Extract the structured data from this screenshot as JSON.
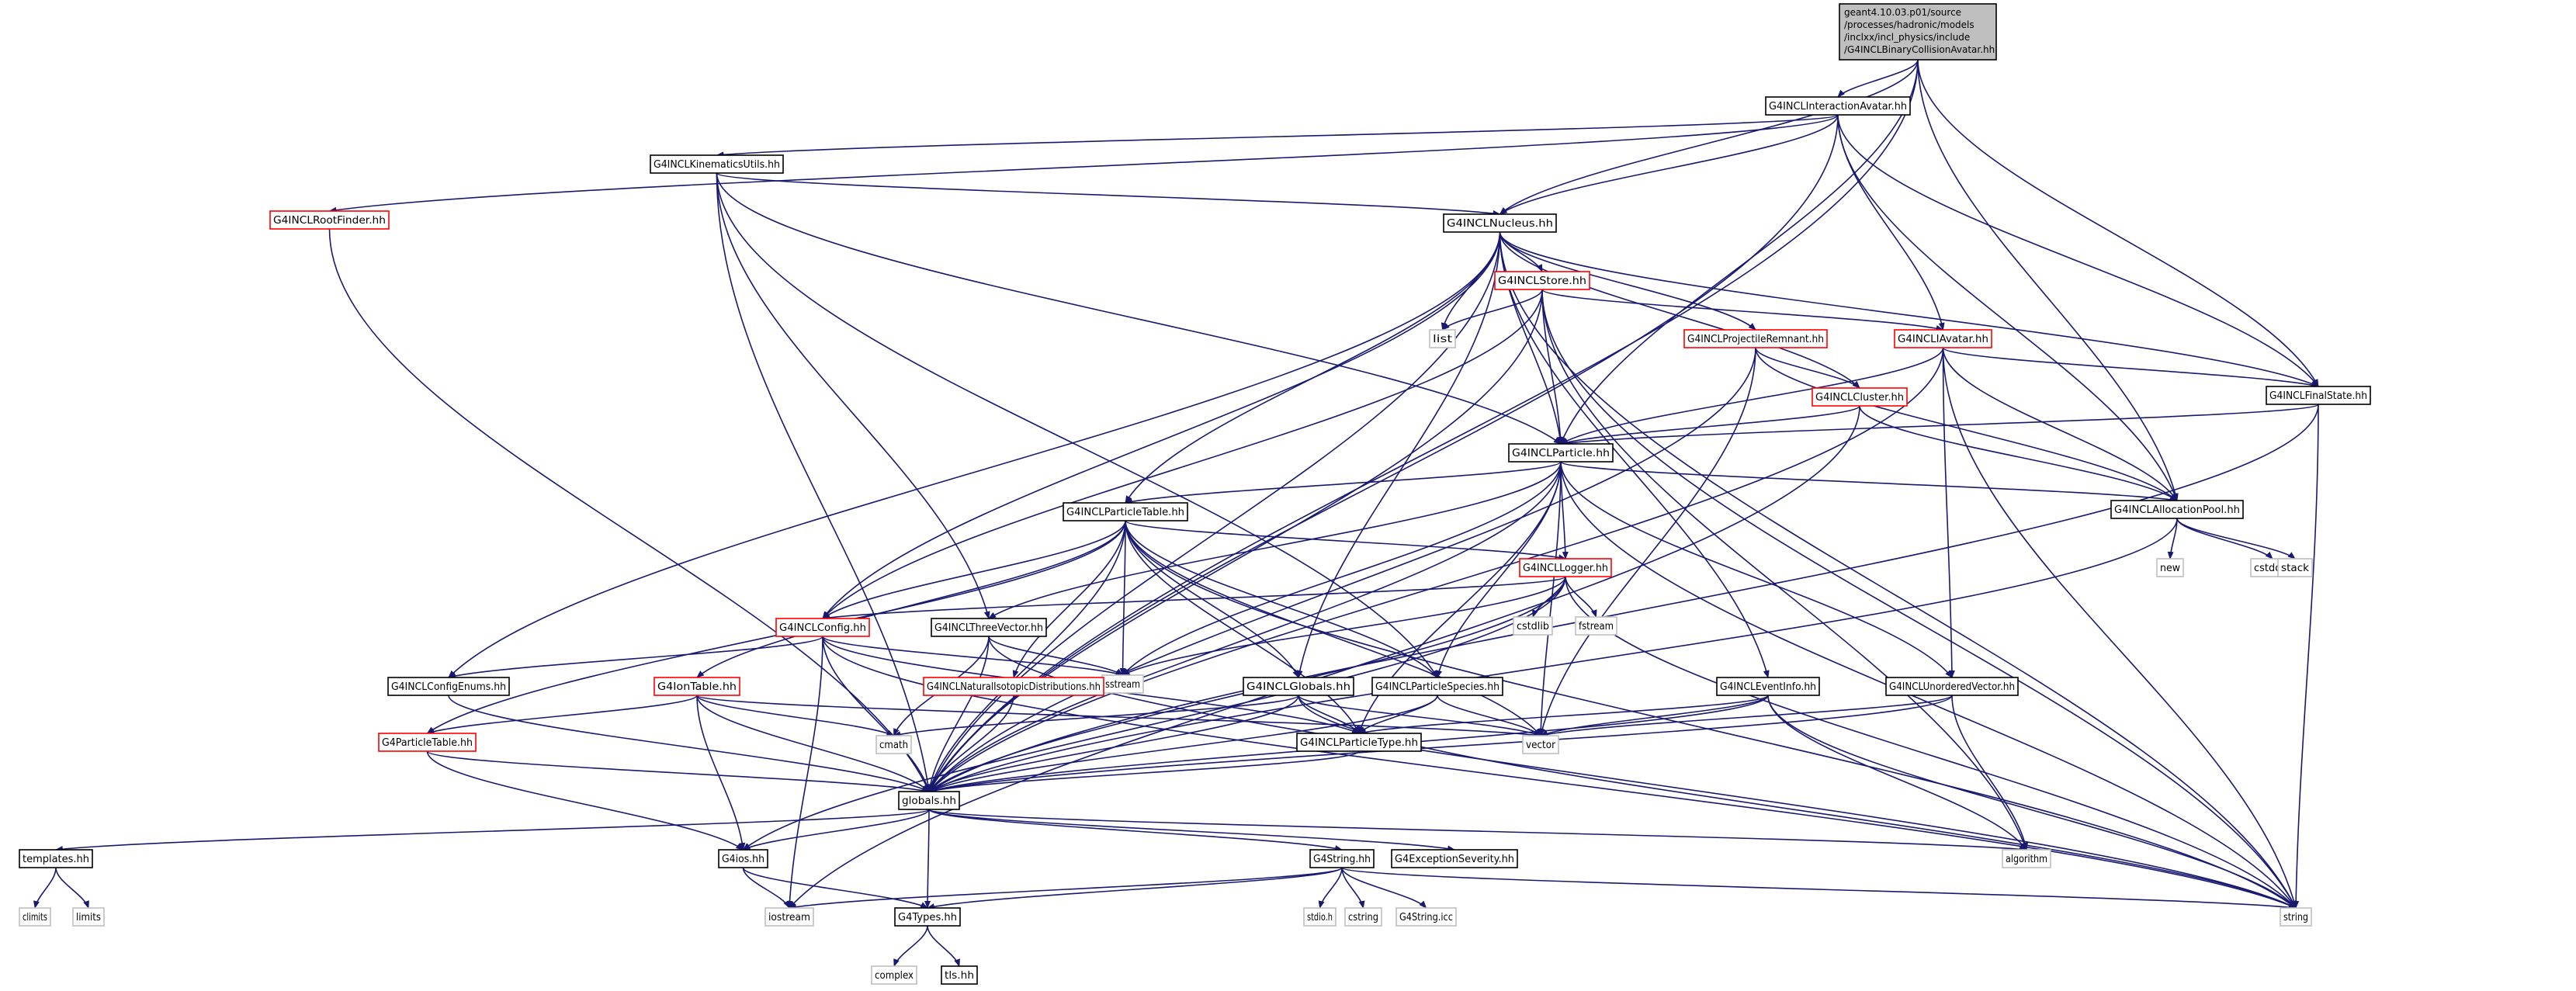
{
  "colors": {
    "edge": "#191970",
    "normal_border": "#000000",
    "linked_border": "#ff0000",
    "system_border": "#bfbfbf",
    "root_fill": "#bfbfbf",
    "node_fill": "#ffffff",
    "text": "#000000"
  },
  "nodes": [
    {
      "id": "root",
      "lines": [
        "geant4.10.03.p01/source",
        "/processes/hadronic/models",
        "/inclxx/incl_physics/include",
        "/G4INCLBinaryCollisionAvatar.hh"
      ],
      "kind": "root"
    },
    {
      "id": "interaction",
      "lines": [
        "G4INCLInteractionAvatar.hh"
      ],
      "kind": "normal"
    },
    {
      "id": "kinematics",
      "lines": [
        "G4INCLKinematicsUtils.hh"
      ],
      "kind": "normal"
    },
    {
      "id": "rootfinder",
      "lines": [
        "G4INCLRootFinder.hh"
      ],
      "kind": "linked"
    },
    {
      "id": "nucleus",
      "lines": [
        "G4INCLNucleus.hh"
      ],
      "kind": "normal"
    },
    {
      "id": "store",
      "lines": [
        "G4INCLStore.hh"
      ],
      "kind": "linked"
    },
    {
      "id": "list",
      "lines": [
        "list"
      ],
      "kind": "system"
    },
    {
      "id": "projrem",
      "lines": [
        "G4INCLProjectileRemnant.hh"
      ],
      "kind": "linked"
    },
    {
      "id": "iavatar",
      "lines": [
        "G4INCLIAvatar.hh"
      ],
      "kind": "linked"
    },
    {
      "id": "finalstate",
      "lines": [
        "G4INCLFinalState.hh"
      ],
      "kind": "normal"
    },
    {
      "id": "cluster",
      "lines": [
        "G4INCLCluster.hh"
      ],
      "kind": "linked"
    },
    {
      "id": "particle",
      "lines": [
        "G4INCLParticle.hh"
      ],
      "kind": "normal"
    },
    {
      "id": "allocpool",
      "lines": [
        "G4INCLAllocationPool.hh"
      ],
      "kind": "normal"
    },
    {
      "id": "new",
      "lines": [
        "new"
      ],
      "kind": "system"
    },
    {
      "id": "cstddef",
      "lines": [
        "cstddef"
      ],
      "kind": "system"
    },
    {
      "id": "stack",
      "lines": [
        "stack"
      ],
      "kind": "system"
    },
    {
      "id": "particletable",
      "lines": [
        "G4INCLParticleTable.hh"
      ],
      "kind": "normal"
    },
    {
      "id": "logger",
      "lines": [
        "G4INCLLogger.hh"
      ],
      "kind": "linked"
    },
    {
      "id": "cstdlib",
      "lines": [
        "cstdlib"
      ],
      "kind": "system"
    },
    {
      "id": "fstream",
      "lines": [
        "fstream"
      ],
      "kind": "system"
    },
    {
      "id": "config",
      "lines": [
        "G4INCLConfig.hh"
      ],
      "kind": "linked"
    },
    {
      "id": "threevector",
      "lines": [
        "G4INCLThreeVector.hh"
      ],
      "kind": "normal"
    },
    {
      "id": "sstream",
      "lines": [
        "sstream"
      ],
      "kind": "system"
    },
    {
      "id": "configenums",
      "lines": [
        "G4INCLConfigEnums.hh"
      ],
      "kind": "normal"
    },
    {
      "id": "iontable",
      "lines": [
        "G4IonTable.hh"
      ],
      "kind": "linked"
    },
    {
      "id": "natiso",
      "lines": [
        "G4INCLNaturalIsotopicDistributions.hh"
      ],
      "kind": "linked"
    },
    {
      "id": "inclglobals",
      "lines": [
        "G4INCLGlobals.hh"
      ],
      "kind": "normal"
    },
    {
      "id": "particlespecies",
      "lines": [
        "G4INCLParticleSpecies.hh"
      ],
      "kind": "normal"
    },
    {
      "id": "eventinfo",
      "lines": [
        "G4INCLEventInfo.hh"
      ],
      "kind": "normal"
    },
    {
      "id": "unordvec",
      "lines": [
        "G4INCLUnorderedVector.hh"
      ],
      "kind": "normal"
    },
    {
      "id": "g4particletable",
      "lines": [
        "G4ParticleTable.hh"
      ],
      "kind": "linked"
    },
    {
      "id": "cmath",
      "lines": [
        "cmath"
      ],
      "kind": "system"
    },
    {
      "id": "particletype",
      "lines": [
        "G4INCLParticleType.hh"
      ],
      "kind": "normal"
    },
    {
      "id": "vector",
      "lines": [
        "vector"
      ],
      "kind": "system"
    },
    {
      "id": "globals",
      "lines": [
        "globals.hh"
      ],
      "kind": "normal"
    },
    {
      "id": "templates",
      "lines": [
        "templates.hh"
      ],
      "kind": "normal"
    },
    {
      "id": "climits",
      "lines": [
        "climits"
      ],
      "kind": "system"
    },
    {
      "id": "limits",
      "lines": [
        "limits"
      ],
      "kind": "system"
    },
    {
      "id": "g4ios",
      "lines": [
        "G4ios.hh"
      ],
      "kind": "normal"
    },
    {
      "id": "g4string",
      "lines": [
        "G4String.hh"
      ],
      "kind": "normal"
    },
    {
      "id": "exceptsev",
      "lines": [
        "G4ExceptionSeverity.hh"
      ],
      "kind": "normal"
    },
    {
      "id": "algorithm",
      "lines": [
        "algorithm"
      ],
      "kind": "system"
    },
    {
      "id": "iostream",
      "lines": [
        "iostream"
      ],
      "kind": "system"
    },
    {
      "id": "g4types",
      "lines": [
        "G4Types.hh"
      ],
      "kind": "normal"
    },
    {
      "id": "stdioh",
      "lines": [
        "stdio.h"
      ],
      "kind": "system"
    },
    {
      "id": "cstring",
      "lines": [
        "cstring"
      ],
      "kind": "system"
    },
    {
      "id": "g4stringicc",
      "lines": [
        "G4String.icc"
      ],
      "kind": "system"
    },
    {
      "id": "string",
      "lines": [
        "string"
      ],
      "kind": "system"
    },
    {
      "id": "complex",
      "lines": [
        "complex"
      ],
      "kind": "system"
    },
    {
      "id": "tlshh",
      "lines": [
        "tls.hh"
      ],
      "kind": "normal"
    }
  ],
  "edges": [
    [
      "root",
      "interaction"
    ],
    [
      "root",
      "nucleus"
    ],
    [
      "root",
      "particle"
    ],
    [
      "root",
      "finalstate"
    ],
    [
      "root",
      "allocpool"
    ],
    [
      "root",
      "globals"
    ],
    [
      "interaction",
      "kinematics"
    ],
    [
      "interaction",
      "rootfinder"
    ],
    [
      "interaction",
      "nucleus"
    ],
    [
      "interaction",
      "iavatar"
    ],
    [
      "interaction",
      "finalstate"
    ],
    [
      "interaction",
      "allocpool"
    ],
    [
      "interaction",
      "globals"
    ],
    [
      "kinematics",
      "nucleus"
    ],
    [
      "kinematics",
      "particle"
    ],
    [
      "kinematics",
      "threevector"
    ],
    [
      "kinematics",
      "particlespecies"
    ],
    [
      "kinematics",
      "globals"
    ],
    [
      "rootfinder",
      "globals"
    ],
    [
      "nucleus",
      "store"
    ],
    [
      "nucleus",
      "list"
    ],
    [
      "nucleus",
      "projrem"
    ],
    [
      "nucleus",
      "finalstate"
    ],
    [
      "nucleus",
      "cluster"
    ],
    [
      "nucleus",
      "particle"
    ],
    [
      "nucleus",
      "particletable"
    ],
    [
      "nucleus",
      "config"
    ],
    [
      "nucleus",
      "configenums"
    ],
    [
      "nucleus",
      "inclglobals"
    ],
    [
      "nucleus",
      "eventinfo"
    ],
    [
      "nucleus",
      "globals"
    ],
    [
      "nucleus",
      "string"
    ],
    [
      "store",
      "list"
    ],
    [
      "store",
      "iavatar"
    ],
    [
      "store",
      "particle"
    ],
    [
      "store",
      "config"
    ],
    [
      "store",
      "globals"
    ],
    [
      "store",
      "string"
    ],
    [
      "store",
      "algorithm"
    ],
    [
      "projrem",
      "cluster"
    ],
    [
      "projrem",
      "allocpool"
    ],
    [
      "projrem",
      "vector"
    ],
    [
      "projrem",
      "globals"
    ],
    [
      "iavatar",
      "particle"
    ],
    [
      "iavatar",
      "finalstate"
    ],
    [
      "iavatar",
      "allocpool"
    ],
    [
      "iavatar",
      "unordvec"
    ],
    [
      "iavatar",
      "globals"
    ],
    [
      "iavatar",
      "string"
    ],
    [
      "finalstate",
      "particle"
    ],
    [
      "finalstate",
      "string"
    ],
    [
      "finalstate",
      "globals"
    ],
    [
      "cluster",
      "particle"
    ],
    [
      "cluster",
      "allocpool"
    ],
    [
      "cluster",
      "iostream"
    ],
    [
      "particle",
      "particletable"
    ],
    [
      "particle",
      "logger"
    ],
    [
      "particle",
      "allocpool"
    ],
    [
      "particle",
      "threevector"
    ],
    [
      "particle",
      "particlespecies"
    ],
    [
      "particle",
      "unordvec"
    ],
    [
      "particle",
      "particletype"
    ],
    [
      "particle",
      "sstream"
    ],
    [
      "particle",
      "vector"
    ],
    [
      "particle",
      "string"
    ],
    [
      "particle",
      "globals"
    ],
    [
      "allocpool",
      "new"
    ],
    [
      "allocpool",
      "cstddef"
    ],
    [
      "allocpool",
      "stack"
    ],
    [
      "allocpool",
      "globals"
    ],
    [
      "particletable",
      "logger"
    ],
    [
      "particletable",
      "config"
    ],
    [
      "particletable",
      "iontable"
    ],
    [
      "particletable",
      "natiso"
    ],
    [
      "particletable",
      "inclglobals"
    ],
    [
      "particletable",
      "particlespecies"
    ],
    [
      "particletable",
      "particletype"
    ],
    [
      "particletable",
      "g4particletable"
    ],
    [
      "particletable",
      "vector"
    ],
    [
      "particletable",
      "string"
    ],
    [
      "particletable",
      "globals"
    ],
    [
      "particletable",
      "sstream"
    ],
    [
      "logger",
      "config"
    ],
    [
      "logger",
      "cstdlib"
    ],
    [
      "logger",
      "fstream"
    ],
    [
      "logger",
      "sstream"
    ],
    [
      "logger",
      "string"
    ],
    [
      "logger",
      "globals"
    ],
    [
      "logger",
      "g4ios"
    ],
    [
      "config",
      "particletype"
    ],
    [
      "config",
      "configenums"
    ],
    [
      "config",
      "sstream"
    ],
    [
      "config",
      "iostream"
    ],
    [
      "config",
      "string"
    ],
    [
      "config",
      "globals"
    ],
    [
      "threevector",
      "cmath"
    ],
    [
      "threevector",
      "sstream"
    ],
    [
      "threevector",
      "string"
    ],
    [
      "threevector",
      "globals"
    ],
    [
      "configenums",
      "globals"
    ],
    [
      "iontable",
      "g4particletable"
    ],
    [
      "iontable",
      "g4ios"
    ],
    [
      "iontable",
      "cmath"
    ],
    [
      "iontable",
      "vector"
    ],
    [
      "iontable",
      "globals"
    ],
    [
      "natiso",
      "globals"
    ],
    [
      "inclglobals",
      "particletype"
    ],
    [
      "inclglobals",
      "cmath"
    ],
    [
      "inclglobals",
      "vector"
    ],
    [
      "inclglobals",
      "globals"
    ],
    [
      "inclglobals",
      "string"
    ],
    [
      "particlespecies",
      "particletype"
    ],
    [
      "particlespecies",
      "vector"
    ],
    [
      "particlespecies",
      "globals"
    ],
    [
      "eventinfo",
      "particletype"
    ],
    [
      "eventinfo",
      "vector"
    ],
    [
      "eventinfo",
      "algorithm"
    ],
    [
      "eventinfo",
      "globals"
    ],
    [
      "eventinfo",
      "string"
    ],
    [
      "unordvec",
      "vector"
    ],
    [
      "unordvec",
      "algorithm"
    ],
    [
      "unordvec",
      "globals"
    ],
    [
      "g4particletable",
      "g4ios"
    ],
    [
      "g4particletable",
      "globals"
    ],
    [
      "particletype",
      "globals"
    ],
    [
      "globals",
      "templates"
    ],
    [
      "globals",
      "g4ios"
    ],
    [
      "globals",
      "g4types"
    ],
    [
      "globals",
      "g4string"
    ],
    [
      "globals",
      "exceptsev"
    ],
    [
      "globals",
      "algorithm"
    ],
    [
      "templates",
      "climits"
    ],
    [
      "templates",
      "limits"
    ],
    [
      "g4ios",
      "iostream"
    ],
    [
      "g4ios",
      "g4types"
    ],
    [
      "g4string",
      "stdioh"
    ],
    [
      "g4string",
      "cstring"
    ],
    [
      "g4string",
      "g4stringicc"
    ],
    [
      "g4string",
      "iostream"
    ],
    [
      "g4string",
      "g4types"
    ],
    [
      "g4string",
      "string"
    ],
    [
      "g4types",
      "complex"
    ],
    [
      "g4types",
      "tlshh"
    ]
  ]
}
